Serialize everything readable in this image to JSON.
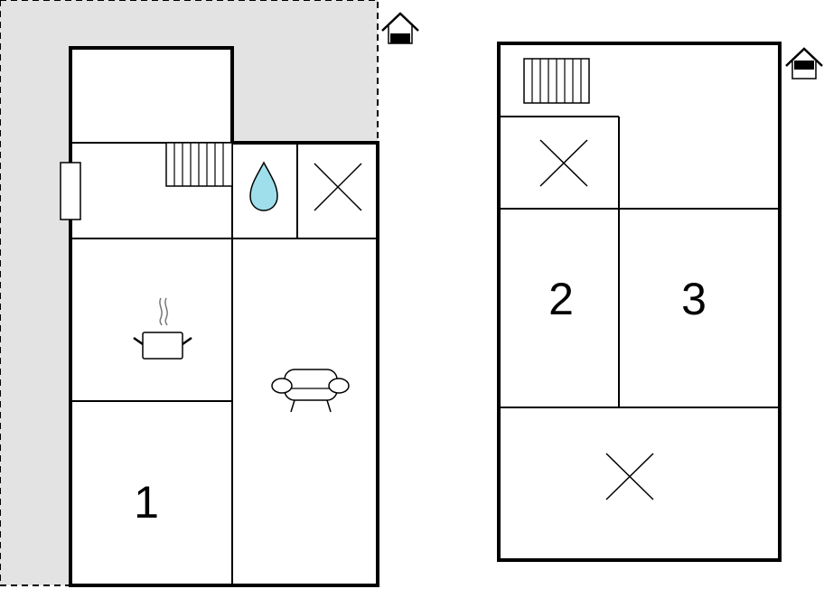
{
  "floors": [
    {
      "id": "ground-floor",
      "level_icon": "house-ground-floor-icon",
      "rooms": [
        {
          "name": "entrance",
          "label": ""
        },
        {
          "name": "hallway-with-stairs",
          "label": ""
        },
        {
          "name": "bathroom",
          "label": "",
          "icon": "water-drop-icon"
        },
        {
          "name": "room-unspecified-x",
          "label": ""
        },
        {
          "name": "kitchen",
          "label": "",
          "icon": "cooking-pot-icon"
        },
        {
          "name": "living-room",
          "label": "",
          "icon": "sofa-icon"
        },
        {
          "name": "bedroom-1",
          "label": "1"
        }
      ],
      "features": [
        "stairs-icon",
        "window-icon",
        "terrace-area"
      ]
    },
    {
      "id": "upper-floor",
      "level_icon": "house-upper-floor-icon",
      "rooms": [
        {
          "name": "landing-with-stairs",
          "label": ""
        },
        {
          "name": "room-unspecified-x-small",
          "label": ""
        },
        {
          "name": "bedroom-2",
          "label": "2"
        },
        {
          "name": "bedroom-3",
          "label": "3"
        },
        {
          "name": "room-unspecified-x-large",
          "label": ""
        }
      ],
      "features": [
        "stairs-icon"
      ]
    }
  ],
  "colors": {
    "wall": "#000000",
    "terrace": "#e3e3e3",
    "water": "#9fdfec",
    "background": "#ffffff",
    "icon_fill": "#ffffff"
  }
}
